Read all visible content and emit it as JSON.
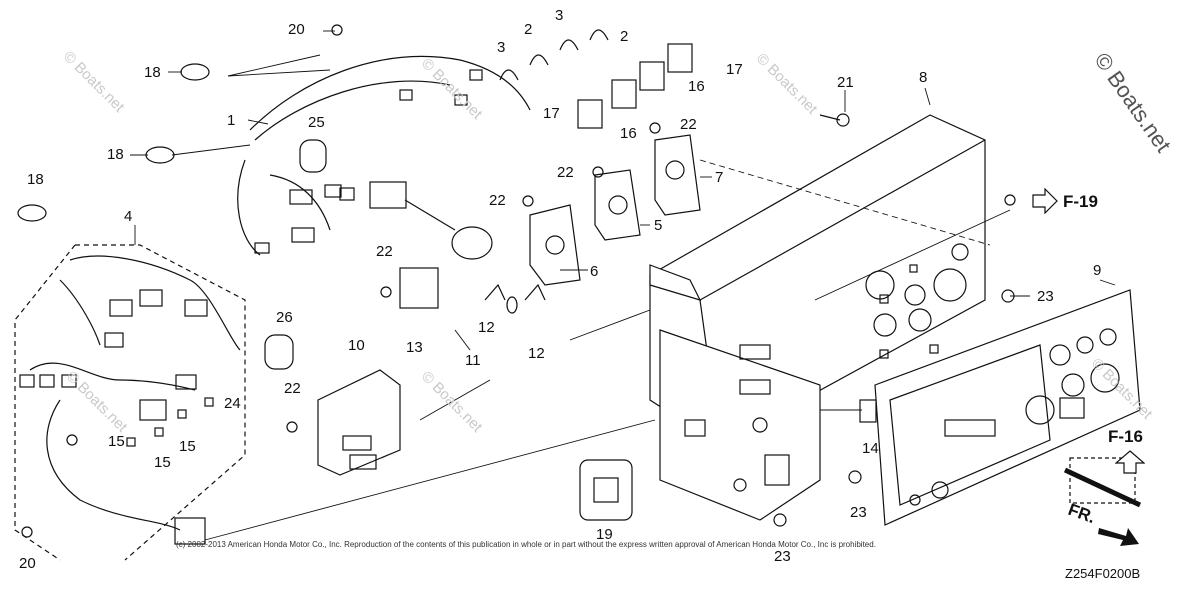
{
  "callouts": [
    {
      "id": "c1",
      "text": "1"
    },
    {
      "id": "c2a",
      "text": "2"
    },
    {
      "id": "c2b",
      "text": "2"
    },
    {
      "id": "c3a",
      "text": "3"
    },
    {
      "id": "c3b",
      "text": "3"
    },
    {
      "id": "c4",
      "text": "4"
    },
    {
      "id": "c5",
      "text": "5"
    },
    {
      "id": "c6",
      "text": "6"
    },
    {
      "id": "c7",
      "text": "7"
    },
    {
      "id": "c8",
      "text": "8"
    },
    {
      "id": "c9",
      "text": "9"
    },
    {
      "id": "c10",
      "text": "10"
    },
    {
      "id": "c11",
      "text": "11"
    },
    {
      "id": "c12a",
      "text": "12"
    },
    {
      "id": "c12b",
      "text": "12"
    },
    {
      "id": "c13",
      "text": "13"
    },
    {
      "id": "c14",
      "text": "14"
    },
    {
      "id": "c15a",
      "text": "15"
    },
    {
      "id": "c15b",
      "text": "15"
    },
    {
      "id": "c15c",
      "text": "15"
    },
    {
      "id": "c16a",
      "text": "16"
    },
    {
      "id": "c16b",
      "text": "16"
    },
    {
      "id": "c17a",
      "text": "17"
    },
    {
      "id": "c17b",
      "text": "17"
    },
    {
      "id": "c18a",
      "text": "18"
    },
    {
      "id": "c18b",
      "text": "18"
    },
    {
      "id": "c18c",
      "text": "18"
    },
    {
      "id": "c19",
      "text": "19"
    },
    {
      "id": "c20a",
      "text": "20"
    },
    {
      "id": "c20b",
      "text": "20"
    },
    {
      "id": "c21",
      "text": "21"
    },
    {
      "id": "c22a",
      "text": "22"
    },
    {
      "id": "c22b",
      "text": "22"
    },
    {
      "id": "c22c",
      "text": "22"
    },
    {
      "id": "c22d",
      "text": "22"
    },
    {
      "id": "c22e",
      "text": "22"
    },
    {
      "id": "c23a",
      "text": "23"
    },
    {
      "id": "c23b",
      "text": "23"
    },
    {
      "id": "c23c",
      "text": "23"
    },
    {
      "id": "c24",
      "text": "24"
    },
    {
      "id": "c25",
      "text": "25"
    },
    {
      "id": "c26",
      "text": "26"
    }
  ],
  "references": {
    "f19": "F-19",
    "f16": "F-16",
    "front": "FR."
  },
  "diagram_code": "Z254F0200B",
  "copyright": "(c) 2002-2013 American Honda Motor Co., Inc. Reproduction of the contents of this publication in whole or in part without the express written approval of American Honda Motor Co., Inc is prohibited.",
  "watermark": "© Boats.net",
  "colors": {
    "line": "#111111",
    "watermark": "#c9c9c9",
    "background": "#ffffff"
  }
}
